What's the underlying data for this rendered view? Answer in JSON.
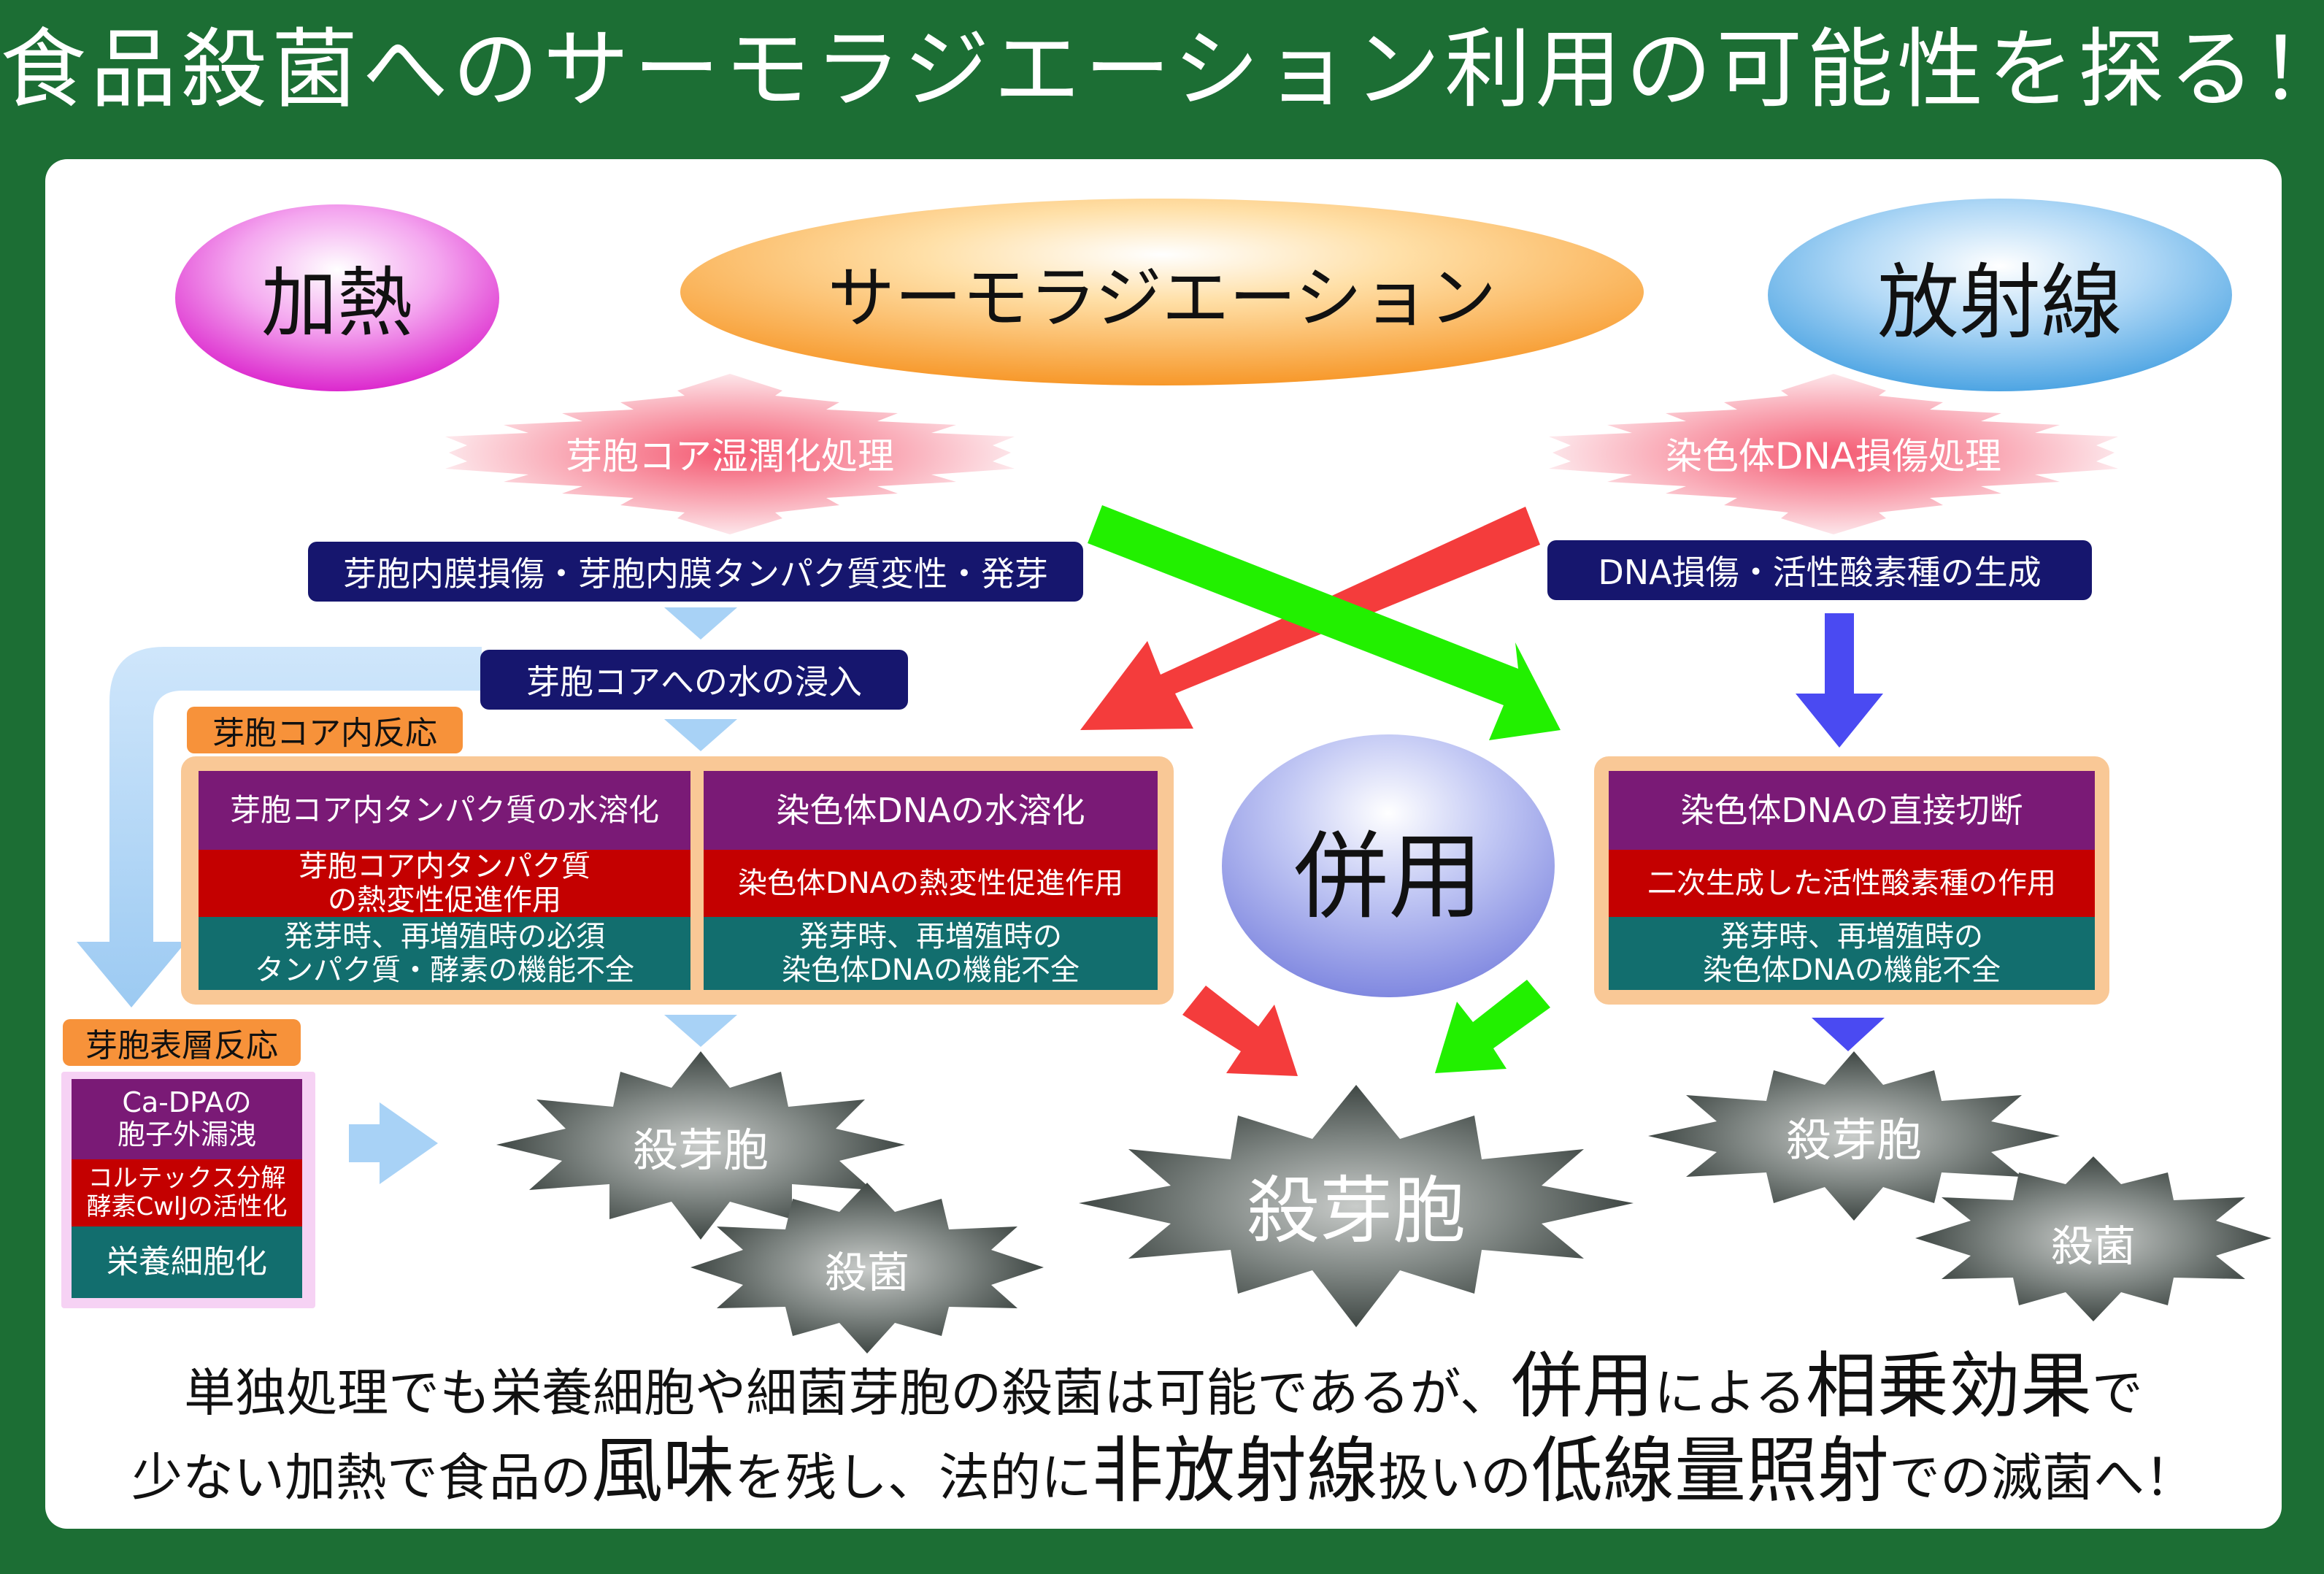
{
  "title": "食品殺菌へのサーモラジエーション利用の可能性を探る！",
  "ovals": {
    "heat": "加熱",
    "thermo": "サーモラジエーション",
    "radiation": "放射線",
    "combined": "併用"
  },
  "bursts": {
    "heat_treatment": "芽胞コア湿潤化処理",
    "rad_treatment": "染色体DNA損傷処理"
  },
  "left_boxes": {
    "membrane": "芽胞内膜損傷・芽胞内膜タンパク質変性・発芽",
    "water": "芽胞コアへの水の浸入"
  },
  "right_boxes": {
    "dna_damage": "DNA損傷・活性酸素種の生成"
  },
  "core_reaction": {
    "label": "芽胞コア内反応",
    "col1": {
      "head": "芽胞コア内タンパク質の水溶化",
      "mid": "芽胞コア内タンパク質\nの熱変性促進作用",
      "low": "発芽時、再増殖時の必須\nタンパク質・酵素の機能不全"
    },
    "col2": {
      "head": "染色体DNAの水溶化",
      "mid": "染色体DNAの熱変性促進作用",
      "low": "発芽時、再増殖時の\n染色体DNAの機能不全"
    }
  },
  "rad_reaction": {
    "head": "染色体DNAの直接切断",
    "mid": "二次生成した活性酸素種の作用",
    "low": "発芽時、再増殖時の\n染色体DNAの機能不全"
  },
  "surface_reaction": {
    "label": "芽胞表層反応",
    "items": [
      "Ca-DPAの\n胞子外漏洩",
      "コルテックス分解\n酵素CwlJの活性化",
      "栄養細胞化"
    ]
  },
  "results": {
    "left_spore": "殺芽胞",
    "left_bact": "殺菌",
    "center_spore": "殺芽胞",
    "right_spore": "殺芽胞",
    "right_bact": "殺菌"
  },
  "conclusion": {
    "line1": [
      "単独処理でも栄養細胞や細菌芽胞の殺菌は可能であるが、",
      "併用",
      "による",
      "相乗効果",
      "で"
    ],
    "line2": [
      "少ない加熱で食品の",
      "風味",
      "を残し、法的に",
      "非放射線",
      "扱いの",
      "低線量照射",
      "での滅菌へ！"
    ]
  },
  "colors": {
    "background": "#1c6e34",
    "navy": "#16166e",
    "purple": "#7a1a76",
    "red": "#c40000",
    "teal": "#126e6e",
    "orange": "#f7923a"
  }
}
